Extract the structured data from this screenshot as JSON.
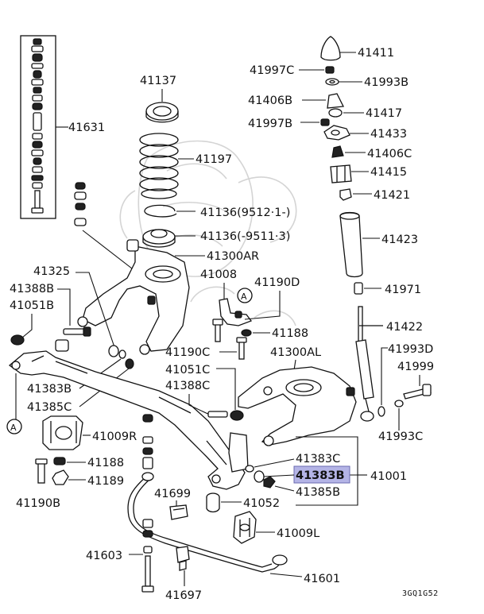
{
  "diagram": {
    "drawing_code": "3GQ1G52",
    "reference_marker": "A",
    "highlight_color": "#b4b4e6",
    "labels": {
      "p41631": "41631",
      "p41137": "41137",
      "p41197": "41197",
      "p41136a": "41136(9512·1-)",
      "p41136b": "41136(-9511·3)",
      "p41300AR": "41300AR",
      "p41325": "41325",
      "p41388B": "41388B",
      "p41051B": "41051B",
      "p41383B_left": "41383B",
      "p41385C": "41385C",
      "p41009R": "41009R",
      "p41188_left": "41188",
      "p41189": "41189",
      "p41190B": "41190B",
      "p41699": "41699",
      "p41603": "41603",
      "p41697": "41697",
      "p41601": "41601",
      "p41052": "41052",
      "p41009L": "41009L",
      "p41008": "41008",
      "p41190D": "41190D",
      "p41188_mid": "41188",
      "p41190C": "41190C",
      "p41300AL": "41300AL",
      "p41051C": "41051C",
      "p41388C": "41388C",
      "p41383C": "41383C",
      "p41383B_hl": "41383B",
      "p41385B": "41385B",
      "p41001": "41001",
      "p41411": "41411",
      "p41997C": "41997C",
      "p41993B": "41993B",
      "p41406B": "41406B",
      "p41417": "41417",
      "p41997B": "41997B",
      "p41433": "41433",
      "p41406C": "41406C",
      "p41415": "41415",
      "p41421": "41421",
      "p41423": "41423",
      "p41971": "41971",
      "p41422": "41422",
      "p41993D": "41993D",
      "p41999": "41999",
      "p41993C": "41993C"
    }
  }
}
